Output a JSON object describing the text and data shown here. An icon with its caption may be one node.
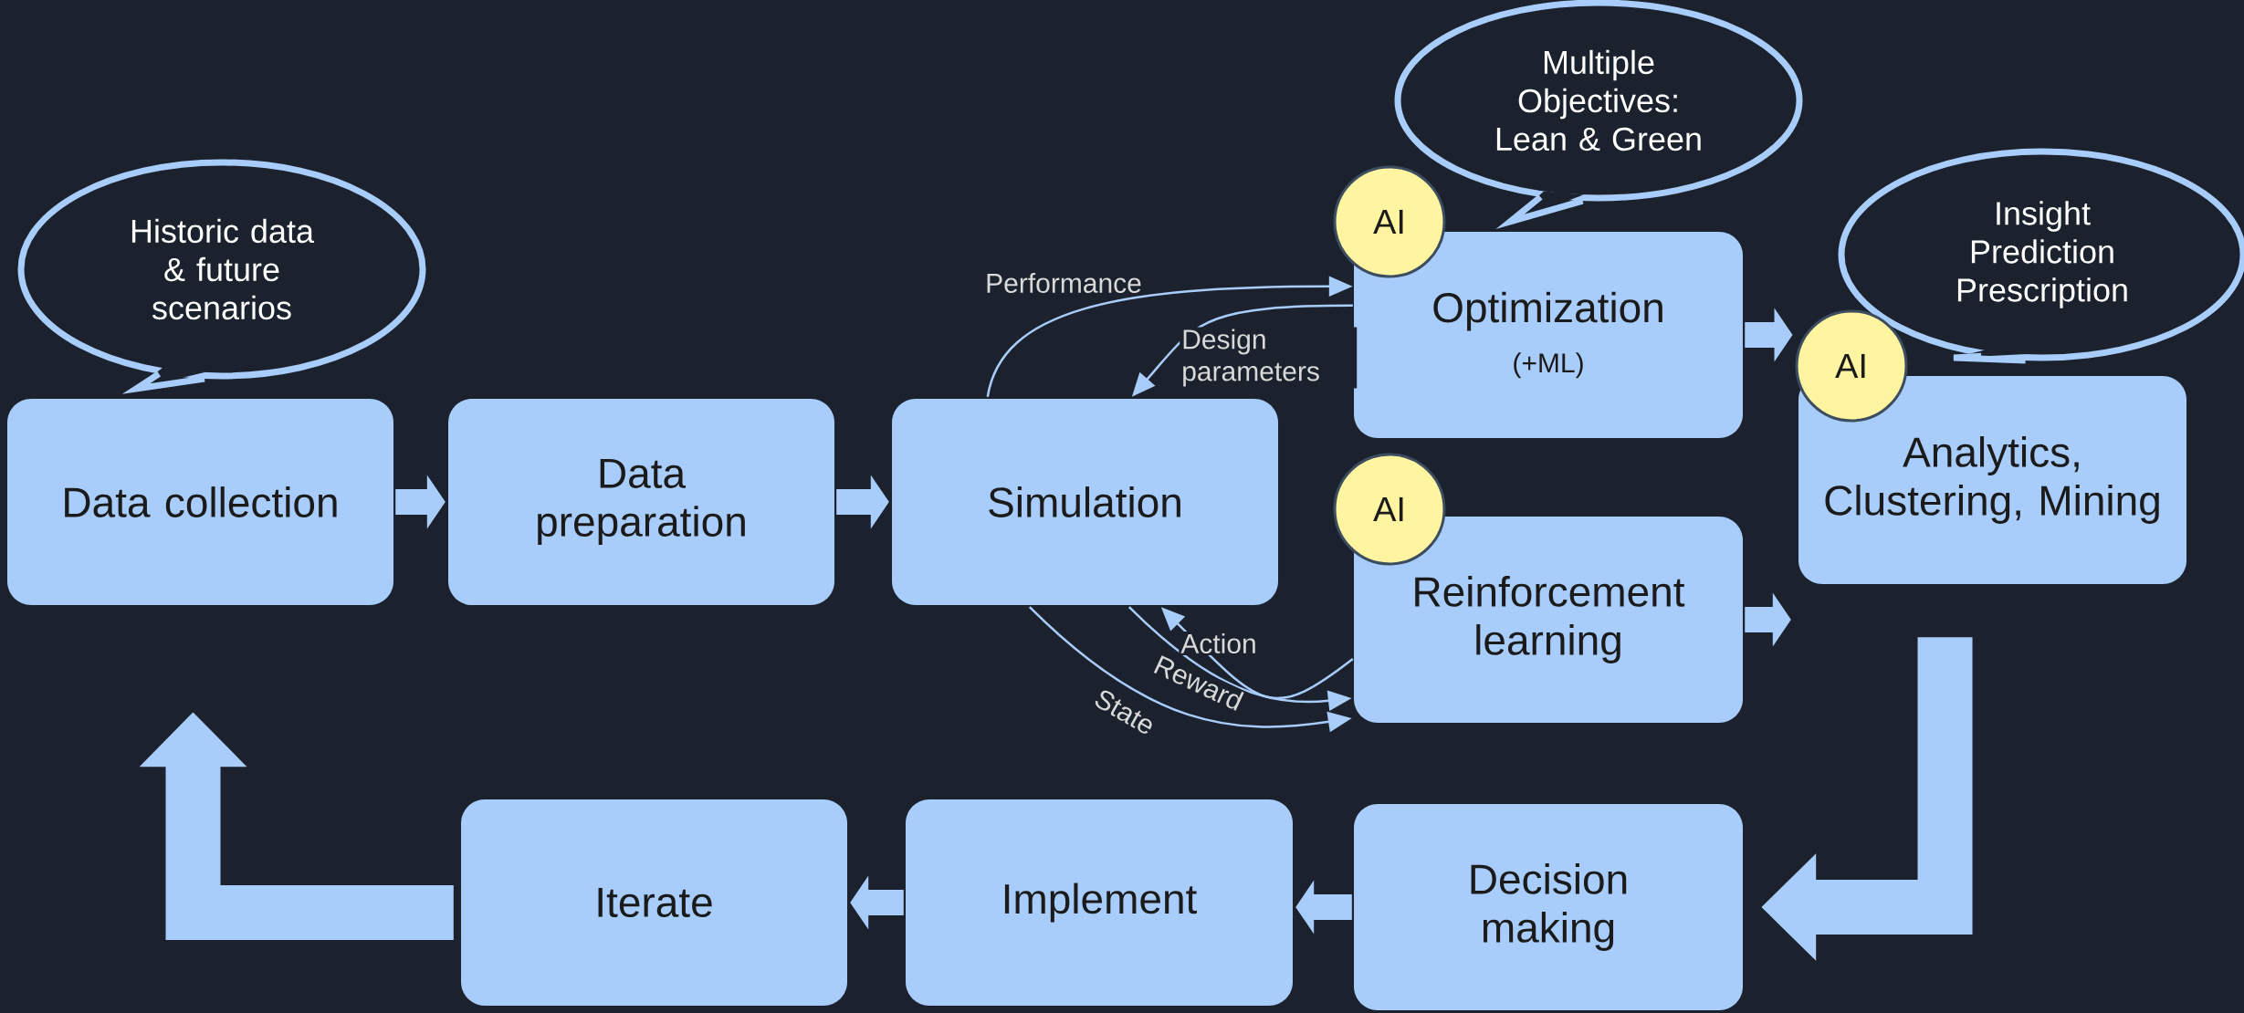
{
  "diagram": {
    "nodes": [
      {
        "text": [
          "Data collection"
        ]
      },
      {
        "text": [
          "Data preparation"
        ]
      },
      {
        "text": [
          "Simulation"
        ]
      },
      {
        "text": [
          "Optimization",
          "(+ML)"
        ]
      },
      {
        "text": [
          "Reinforcement learning"
        ]
      },
      {
        "text": [
          "Analytics, Clustering, Mining"
        ]
      },
      {
        "text": [
          "Decision making"
        ]
      },
      {
        "text": [
          "Implement"
        ]
      },
      {
        "text": [
          "Iterate"
        ]
      },
      {
        "text": [
          "Historic data & future scenarios"
        ]
      },
      {
        "text": [
          "Multiple Objectives: Lean & Green"
        ]
      },
      {
        "text": [
          "Insight Prediction Prescription"
        ]
      },
      {
        "text": [
          "AI"
        ]
      },
      {
        "text": [
          "AI"
        ]
      },
      {
        "text": [
          "AI"
        ]
      }
    ],
    "edges": [
      {
        "from": 0,
        "to": 1,
        "arrow": "to"
      },
      {
        "from": 1,
        "to": 2,
        "arrow": "to"
      },
      {
        "from": 2,
        "to": 3,
        "arrow": "to",
        "label": "Performance"
      },
      {
        "from": 3,
        "to": 2,
        "arrow": "to",
        "label": "Design parameters"
      },
      {
        "from": 4,
        "to": 2,
        "arrow": "to",
        "label": "Action"
      },
      {
        "from": 2,
        "to": 4,
        "arrow": "to",
        "label": "Reward"
      },
      {
        "from": 2,
        "to": 4,
        "arrow": "to",
        "label": "State"
      },
      {
        "from": 3,
        "to": 13,
        "arrow": "to"
      },
      {
        "from": 4,
        "to": 5,
        "arrow": "to"
      },
      {
        "from": 5,
        "to": 6,
        "arrow": "to",
        "style": "thick"
      },
      {
        "from": 6,
        "to": 7,
        "arrow": "to"
      },
      {
        "from": 7,
        "to": 8,
        "arrow": "to"
      },
      {
        "from": 8,
        "to": 0,
        "arrow": "to",
        "style": "thick"
      }
    ]
  }
}
